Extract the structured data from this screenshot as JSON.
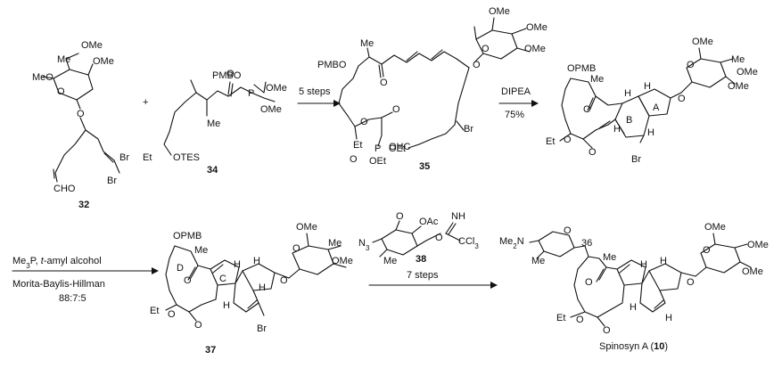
{
  "scheme": {
    "compounds": {
      "c32": {
        "number": "32",
        "labels": [
          "OMe",
          "Me",
          "OMe",
          "MeO",
          "O",
          "O",
          "CHO",
          "Br",
          "Br"
        ]
      },
      "c34": {
        "number": "34",
        "labels": [
          "PMBO",
          "O",
          "P",
          "OMe",
          "OMe",
          "Me",
          "Et",
          "OTES"
        ]
      },
      "c35": {
        "number": "35",
        "labels": [
          "OMe",
          "OMe",
          "O",
          "OMe",
          "O",
          "Me",
          "PMBO",
          "O",
          "O",
          "O",
          "Et",
          "O",
          "P",
          "OEt",
          "OEt",
          "OHC",
          "Br"
        ]
      },
      "c36": {
        "labels": [
          "OPMB",
          "Me",
          "O",
          "H",
          "H",
          "A",
          "B",
          "Et",
          "O",
          "O",
          "H",
          "H",
          "Br",
          "OMe",
          "O",
          "Me",
          "OMe",
          "OMe",
          "O"
        ]
      },
      "c37": {
        "number": "37",
        "labels": [
          "OPMB",
          "Me",
          "D",
          "O",
          "C",
          "H",
          "H",
          "Et",
          "O",
          "O",
          "H",
          "H",
          "Br",
          "OMe",
          "Me",
          "OMe",
          "O",
          "O"
        ]
      },
      "c38": {
        "number": "38",
        "labels": [
          "O",
          "OAc",
          "NH",
          "N",
          "Me",
          "O",
          "CCl",
          "3"
        ]
      },
      "c10": {
        "name": "Spinosyn A",
        "number": "10",
        "labels": [
          "Me",
          "N",
          "O",
          "36",
          "Me",
          "O",
          "H",
          "H",
          "Et",
          "O",
          "O",
          "H",
          "H",
          "OMe",
          "O",
          "OMe",
          "OMe",
          "O"
        ]
      }
    },
    "plus": "+",
    "arrow1": {
      "label": "5 steps"
    },
    "arrow2": {
      "label": "DIPEA",
      "yield": "75%"
    },
    "arrow3": {
      "reagent_a": "Me",
      "reagent_a_sub": "3",
      "reagent_a_rest": "P,",
      "reagent_b": "t",
      "reagent_b_rest": "-amyl alcohol",
      "reaction": "Morita-Baylis-Hillman",
      "ratio": "88:7:5"
    },
    "arrow4": {
      "label": "7 steps"
    },
    "me2n": {
      "me": "Me",
      "sub": "2",
      "n": "N"
    },
    "n3": {
      "n": "N",
      "sub": "3"
    }
  }
}
